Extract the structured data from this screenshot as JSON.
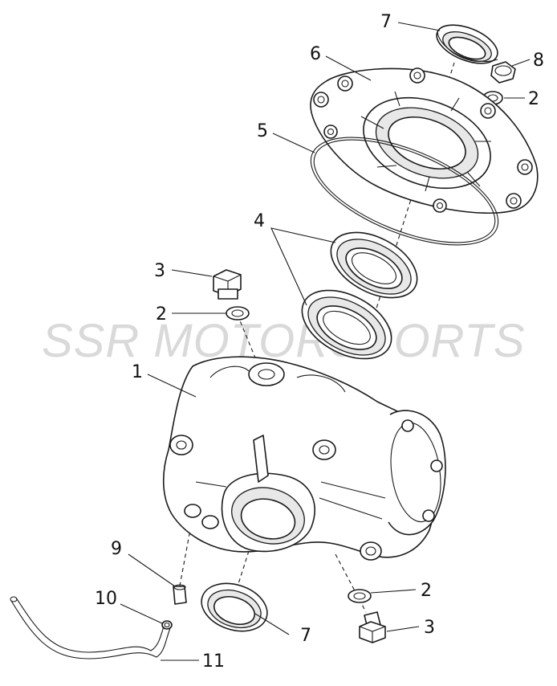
{
  "watermark": "SSR MOTORSPORTS",
  "callouts": {
    "c1": "1",
    "c2_top": "2",
    "c2_mid": "2",
    "c2_bottom": "2",
    "c3_top": "3",
    "c3_bottom": "3",
    "c4": "4",
    "c5": "5",
    "c6": "6",
    "c7_top": "7",
    "c7_bottom": "7",
    "c8": "8",
    "c9": "9",
    "c10": "10",
    "c11": "11"
  }
}
